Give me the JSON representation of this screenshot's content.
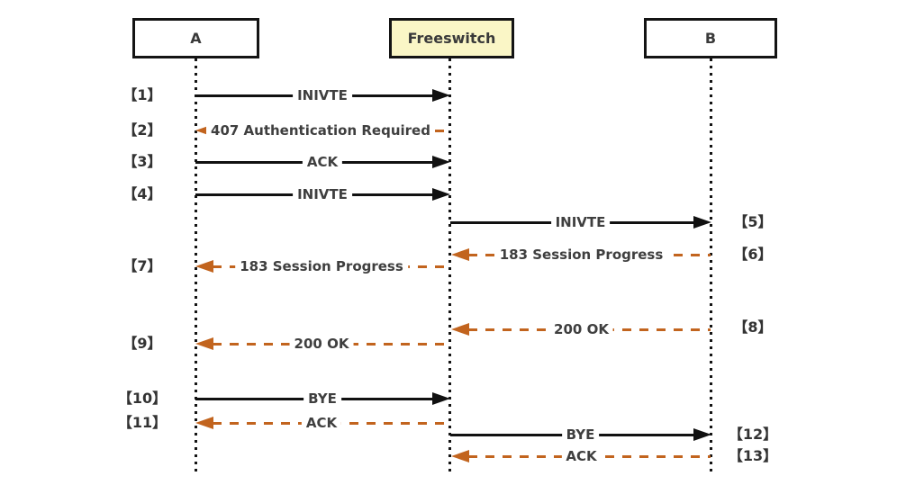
{
  "diagram": {
    "type": "sequence",
    "actors": [
      {
        "id": "a",
        "label": "A"
      },
      {
        "id": "freeswitch",
        "label": "Freeswitch",
        "highlighted": true
      },
      {
        "id": "b",
        "label": "B"
      }
    ],
    "colors": {
      "actor_highlight": "#faf6c6",
      "solid_arrow": "#111111",
      "dashed_arrow": "#c2641e",
      "label_text": "#3f3f3f",
      "border": "#141414"
    },
    "messages": [
      {
        "seq": "【1】",
        "text": "INIVTE",
        "from": "A",
        "to": "Freeswitch",
        "style": "solid"
      },
      {
        "seq": "【2】",
        "text": "407 Authentication Required",
        "from": "Freeswitch",
        "to": "A",
        "style": "dashed"
      },
      {
        "seq": "【3】",
        "text": "ACK",
        "from": "A",
        "to": "Freeswitch",
        "style": "solid"
      },
      {
        "seq": "【4】",
        "text": "INIVTE",
        "from": "A",
        "to": "Freeswitch",
        "style": "solid"
      },
      {
        "seq": "【5】",
        "text": "INIVTE",
        "from": "Freeswitch",
        "to": "B",
        "style": "solid"
      },
      {
        "seq": "【6】",
        "text": "183 Session Progress",
        "from": "B",
        "to": "Freeswitch",
        "style": "dashed"
      },
      {
        "seq": "【7】",
        "text": "183 Session Progress",
        "from": "Freeswitch",
        "to": "A",
        "style": "dashed"
      },
      {
        "seq": "【8】",
        "text": "200 OK",
        "from": "B",
        "to": "Freeswitch",
        "style": "dashed"
      },
      {
        "seq": "【9】",
        "text": "200 OK",
        "from": "Freeswitch",
        "to": "A",
        "style": "dashed"
      },
      {
        "seq": "【10】",
        "text": "BYE",
        "from": "A",
        "to": "Freeswitch",
        "style": "solid"
      },
      {
        "seq": "【11】",
        "text": "ACK",
        "from": "Freeswitch",
        "to": "A",
        "style": "dashed"
      },
      {
        "seq": "【12】",
        "text": "BYE",
        "from": "Freeswitch",
        "to": "B",
        "style": "solid"
      },
      {
        "seq": "【13】",
        "text": "ACK",
        "from": "B",
        "to": "Freeswitch",
        "style": "dashed"
      }
    ]
  }
}
